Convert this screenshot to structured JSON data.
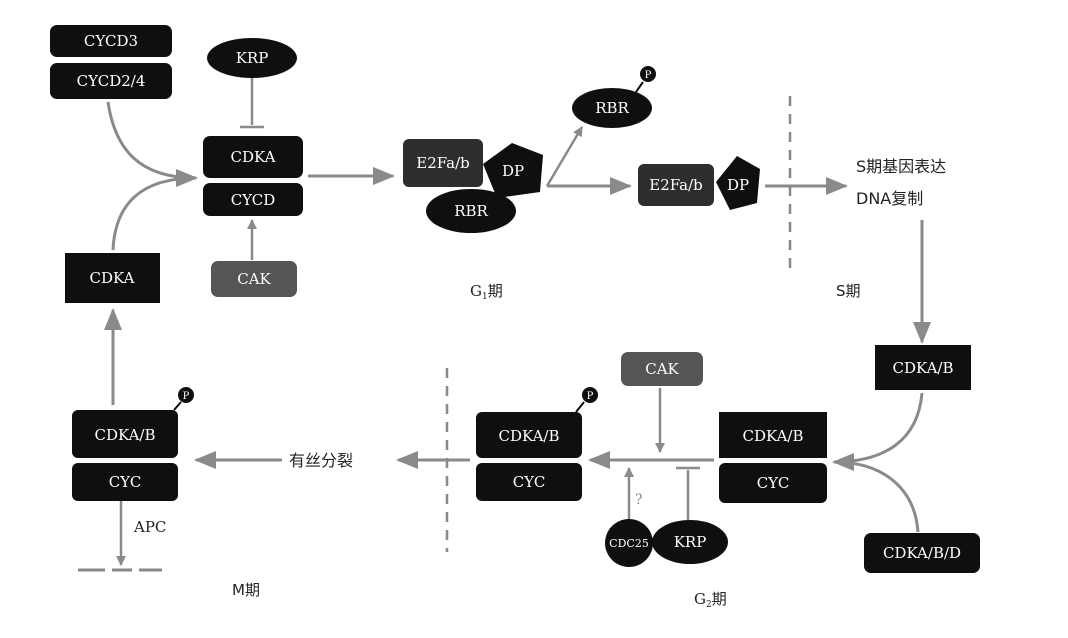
{
  "colors": {
    "node_dark": "#0f0f0f",
    "node_gray": "#555555",
    "node_mid": "#2e2e2e",
    "arrow": "#8a8a8a",
    "text_on_dark": "#ffffff",
    "text_label": "#222222"
  },
  "nodes": {
    "cycd3": "CYCD3",
    "cycd24": "CYCD2/4",
    "krp_top": "KRP",
    "cdka_g1": "CDKA",
    "cycd": "CYCD",
    "cak_top": "CAK",
    "cdka_left": "CDKA",
    "e2fab_1": "E2Fa/b",
    "dp_1": "DP",
    "rbr_1": "RBR",
    "rbr_p": "RBR",
    "e2fab_2": "E2Fa/b",
    "dp_2": "DP",
    "cdkab_right": "CDKA/B",
    "cdkabd": "CDKA/B/D",
    "cdkab_g2": "CDKA/B",
    "cyc_g2": "CYC",
    "cak_g2": "CAK",
    "cdc25": "CDC25",
    "krp_g2": "KRP",
    "cdkab_mid": "CDKA/B",
    "cyc_mid": "CYC",
    "cdkab_m": "CDKA/B",
    "cyc_m": "CYC"
  },
  "labels": {
    "s_gene_expr": "S期基因表达",
    "dna_rep": "DNA复制",
    "g1_prefix": "G",
    "g1_sub": "1",
    "g1_suffix": "期",
    "s_phase": "S期",
    "m_phase": "M期",
    "g2_prefix": "G",
    "g2_sub": "2",
    "g2_suffix": "期",
    "mitosis": "有丝分裂",
    "apc": "APC",
    "question": "?",
    "phospho": "P"
  }
}
